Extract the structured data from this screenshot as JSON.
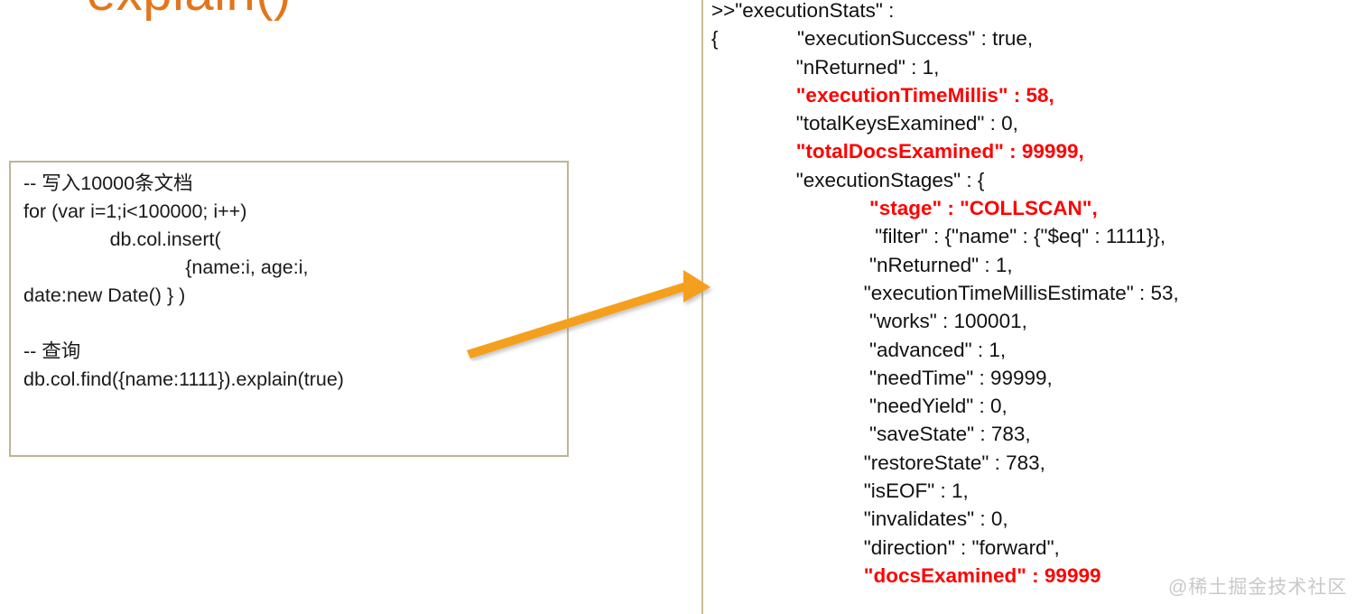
{
  "slide": {
    "title": "explain()"
  },
  "colors": {
    "title_orange": "#E3761B",
    "arrow_orange": "#F5A01E",
    "highlight_red": "#FF0000",
    "box_border": "#BDB592",
    "divider": "#C9BC94",
    "watermark": "#C9C9C9"
  },
  "code_box": {
    "text": "-- 写入10000条文档\nfor (var i=1;i<100000; i++)\n                db.col.insert(\n                              {name:i, age:i,\ndate:new Date() } )\n\n-- 查询\ndb.col.find({name:1111}).explain(true)"
  },
  "json_output": {
    "lines": [
      {
        "indent": 0,
        "text": ">>\"executionStats\" :",
        "highlight": false
      },
      {
        "indent": 0,
        "text": "{              \"executionSuccess\" : true,",
        "highlight": false
      },
      {
        "indent": 0,
        "text": "               \"nReturned\" : 1,",
        "highlight": false
      },
      {
        "indent": 0,
        "text": "               \"executionTimeMillis\" : 58,",
        "highlight": true
      },
      {
        "indent": 0,
        "text": "               \"totalKeysExamined\" : 0,",
        "highlight": false
      },
      {
        "indent": 0,
        "text": "               \"totalDocsExamined\" : 99999,",
        "highlight": true
      },
      {
        "indent": 0,
        "text": "               \"executionStages\" : {",
        "highlight": false
      },
      {
        "indent": 0,
        "text": "                            \"stage\" : \"COLLSCAN\",",
        "highlight": true
      },
      {
        "indent": 0,
        "text": "                             \"filter\" : {\"name\" : {\"$eq\" : 1111}},",
        "highlight": false
      },
      {
        "indent": 0,
        "text": "                            \"nReturned\" : 1,",
        "highlight": false
      },
      {
        "indent": 0,
        "text": "                           \"executionTimeMillisEstimate\" : 53,",
        "highlight": false
      },
      {
        "indent": 0,
        "text": "                            \"works\" : 100001,",
        "highlight": false
      },
      {
        "indent": 0,
        "text": "                            \"advanced\" : 1,",
        "highlight": false
      },
      {
        "indent": 0,
        "text": "                            \"needTime\" : 99999,",
        "highlight": false
      },
      {
        "indent": 0,
        "text": "                            \"needYield\" : 0,",
        "highlight": false
      },
      {
        "indent": 0,
        "text": "                            \"saveState\" : 783,",
        "highlight": false
      },
      {
        "indent": 0,
        "text": "                           \"restoreState\" : 783,",
        "highlight": false
      },
      {
        "indent": 0,
        "text": "                           \"isEOF\" : 1,",
        "highlight": false
      },
      {
        "indent": 0,
        "text": "                           \"invalidates\" : 0,",
        "highlight": false
      },
      {
        "indent": 0,
        "text": "                           \"direction\" : \"forward\",",
        "highlight": false
      },
      {
        "indent": 0,
        "text": "                           \"docsExamined\" : 99999",
        "highlight": true
      }
    ]
  },
  "watermark": {
    "text": "@稀土掘金技术社区"
  },
  "arrow": {
    "label": "flow-arrow-to-output"
  }
}
